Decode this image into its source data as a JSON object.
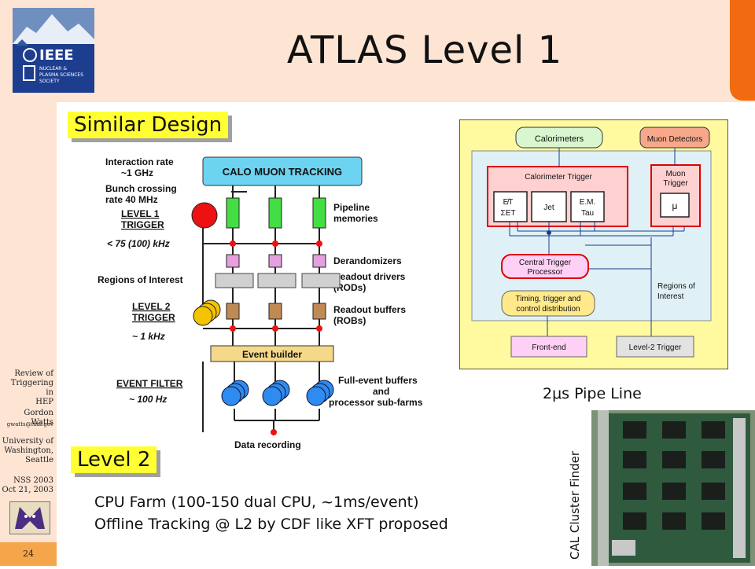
{
  "slide": {
    "title": "ATLAS Level 1",
    "page_number": "24"
  },
  "logo": {
    "line1": "IEEE",
    "line2": "NUCLEAR &",
    "line3": "PLASMA SCIENCES",
    "line4": "SOCIETY"
  },
  "sidebar": {
    "review": [
      "Review of",
      "Triggering in",
      "HEP"
    ],
    "author": "Gordon Watts",
    "email": "gwatts@fnal.gov",
    "affiliation": [
      "University of",
      "Washington,",
      "Seattle"
    ],
    "conference": "NSS 2003",
    "date": "Oct 21, 2003"
  },
  "labels": {
    "similar_design": "Similar Design",
    "level2": "Level 2"
  },
  "body": {
    "line1": "CPU Farm (100-150 dual CPU, ~1ms/event)",
    "line2": "Offline Tracking @ L2 by CDF like XFT proposed"
  },
  "left_diagram": {
    "header_box": "CALO   MUON   TRACKING",
    "interaction_rate": "Interaction rate",
    "interaction_value": "~1 GHz",
    "bunch1": "Bunch crossing",
    "bunch2": "rate 40 MHz",
    "level1_a": "LEVEL 1",
    "level1_b": "TRIGGER",
    "level1_rate": "< 75 (100) kHz",
    "pipeline_a": "Pipeline",
    "pipeline_b": "memories",
    "derandomizers": "Derandomizers",
    "roi": "Regions of Interest",
    "rod_a": "Readout drivers",
    "rod_b": "(RODs)",
    "level2_a": "LEVEL 2",
    "level2_b": "TRIGGER",
    "rob_a": "Readout buffers",
    "rob_b": "(ROBs)",
    "level2_rate": "~ 1 kHz",
    "event_builder": "Event builder",
    "event_filter": "EVENT FILTER",
    "ef_rate": "~ 100 Hz",
    "feb_a": "Full-event buffers",
    "feb_b": "and",
    "feb_c": "processor sub-farms",
    "data_recording": "Data recording"
  },
  "right_diagram": {
    "calorimeters": "Calorimeters",
    "muon_detectors": "Muon Detectors",
    "calo_trigger": "Calorimeter Trigger",
    "et_miss": "E̸T",
    "sum_et": "ΣET",
    "jet": "Jet",
    "em_a": "E.M.",
    "em_b": "Tau",
    "muon_trigger_a": "Muon",
    "muon_trigger_b": "Trigger",
    "mu": "μ",
    "ctp_a": "Central Trigger",
    "ctp_b": "Processor",
    "timing_a": "Timing, trigger and",
    "timing_b": "control distribution",
    "roi_a": "Regions of",
    "roi_b": "Interest",
    "front_end": "Front-end",
    "level2_trigger": "Level-2 Trigger"
  },
  "pipeline_caption": "2μs Pipe Line",
  "board_caption": "CAL Cluster Finder"
}
